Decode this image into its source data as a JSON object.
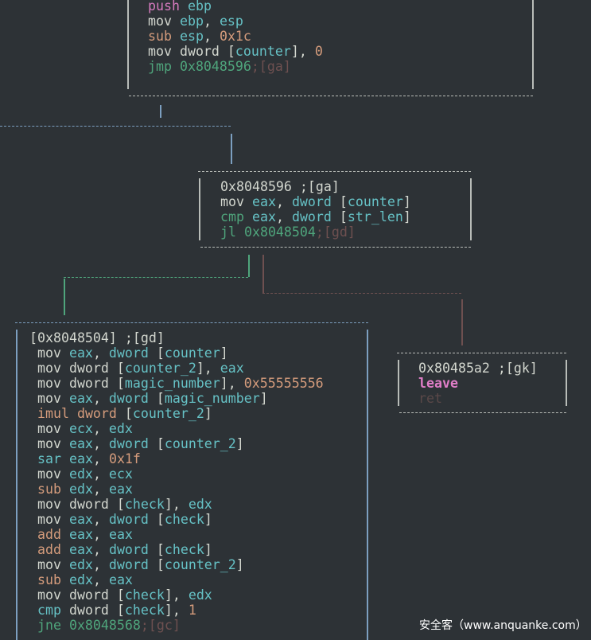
{
  "blocks": {
    "entry": {
      "lines": [
        [
          [
            "push",
            "p"
          ],
          [
            " ",
            "w"
          ],
          [
            "ebp",
            "c"
          ]
        ],
        [
          [
            "mov ",
            "w"
          ],
          [
            "ebp",
            "c"
          ],
          [
            ", ",
            "w"
          ],
          [
            "esp",
            "c"
          ]
        ],
        [
          [
            "sub",
            "o"
          ],
          [
            " ",
            "w"
          ],
          [
            "esp",
            "c"
          ],
          [
            ", ",
            "w"
          ],
          [
            "0x1c",
            "o"
          ]
        ],
        [
          [
            "mov dword [",
            "w"
          ],
          [
            "counter",
            "c"
          ],
          [
            "], ",
            "w"
          ],
          [
            "0",
            "o"
          ]
        ],
        [
          [
            "jmp 0x8048596",
            "g"
          ],
          [
            ";[ga]",
            "b"
          ]
        ]
      ]
    },
    "ga": {
      "lines": [
        [
          [
            "0x8048596 ;[ga]",
            "w"
          ]
        ],
        [
          [
            "mov ",
            "w"
          ],
          [
            "eax",
            "c"
          ],
          [
            ", ",
            "w"
          ],
          [
            "dword",
            "c"
          ],
          [
            " [",
            "w"
          ],
          [
            "counter",
            "c"
          ],
          [
            "]",
            "w"
          ]
        ],
        [
          [
            "cmp",
            "g"
          ],
          [
            " ",
            "w"
          ],
          [
            "eax",
            "c"
          ],
          [
            ", ",
            "w"
          ],
          [
            "dword",
            "c"
          ],
          [
            " [",
            "w"
          ],
          [
            "str_len",
            "c"
          ],
          [
            "]",
            "w"
          ]
        ],
        [
          [
            "jl 0x8048504",
            "g"
          ],
          [
            ";[gd]",
            "b"
          ]
        ]
      ]
    },
    "gd": {
      "lines": [
        [
          [
            "[0x8048504] ;[gd]",
            "w"
          ]
        ],
        [
          [
            " mov ",
            "w"
          ],
          [
            "eax",
            "c"
          ],
          [
            ", ",
            "w"
          ],
          [
            "dword",
            "c"
          ],
          [
            " [",
            "w"
          ],
          [
            "counter",
            "c"
          ],
          [
            "]",
            "w"
          ]
        ],
        [
          [
            " mov dword [",
            "w"
          ],
          [
            "counter_2",
            "c"
          ],
          [
            "], ",
            "w"
          ],
          [
            "eax",
            "c"
          ]
        ],
        [
          [
            " mov dword [",
            "w"
          ],
          [
            "magic_number",
            "c"
          ],
          [
            "], ",
            "w"
          ],
          [
            "0x55555556",
            "o"
          ]
        ],
        [
          [
            " mov ",
            "w"
          ],
          [
            "eax",
            "c"
          ],
          [
            ", ",
            "w"
          ],
          [
            "dword",
            "c"
          ],
          [
            " [",
            "w"
          ],
          [
            "magic_number",
            "c"
          ],
          [
            "]",
            "w"
          ]
        ],
        [
          [
            " ",
            "w"
          ],
          [
            "imul dword",
            "o"
          ],
          [
            " [",
            "w"
          ],
          [
            "counter_2",
            "c"
          ],
          [
            "]",
            "w"
          ]
        ],
        [
          [
            " mov ",
            "w"
          ],
          [
            "ecx",
            "c"
          ],
          [
            ", ",
            "w"
          ],
          [
            "edx",
            "c"
          ]
        ],
        [
          [
            " mov ",
            "w"
          ],
          [
            "eax",
            "c"
          ],
          [
            ", ",
            "w"
          ],
          [
            "dword",
            "c"
          ],
          [
            " [",
            "w"
          ],
          [
            "counter_2",
            "c"
          ],
          [
            "]",
            "w"
          ]
        ],
        [
          [
            " ",
            "w"
          ],
          [
            "sar",
            "c"
          ],
          [
            " ",
            "w"
          ],
          [
            "eax",
            "c"
          ],
          [
            ", ",
            "w"
          ],
          [
            "0x1f",
            "o"
          ]
        ],
        [
          [
            " mov ",
            "w"
          ],
          [
            "edx",
            "c"
          ],
          [
            ", ",
            "w"
          ],
          [
            "ecx",
            "c"
          ]
        ],
        [
          [
            " ",
            "w"
          ],
          [
            "sub",
            "o"
          ],
          [
            " ",
            "w"
          ],
          [
            "edx",
            "c"
          ],
          [
            ", ",
            "w"
          ],
          [
            "eax",
            "c"
          ]
        ],
        [
          [
            " mov dword [",
            "w"
          ],
          [
            "check",
            "c"
          ],
          [
            "], ",
            "w"
          ],
          [
            "edx",
            "c"
          ]
        ],
        [
          [
            " mov ",
            "w"
          ],
          [
            "eax",
            "c"
          ],
          [
            ", ",
            "w"
          ],
          [
            "dword",
            "c"
          ],
          [
            " [",
            "w"
          ],
          [
            "check",
            "c"
          ],
          [
            "]",
            "w"
          ]
        ],
        [
          [
            " ",
            "w"
          ],
          [
            "add",
            "o"
          ],
          [
            " ",
            "w"
          ],
          [
            "eax",
            "c"
          ],
          [
            ", ",
            "w"
          ],
          [
            "eax",
            "c"
          ]
        ],
        [
          [
            " ",
            "w"
          ],
          [
            "add",
            "o"
          ],
          [
            " ",
            "w"
          ],
          [
            "eax",
            "c"
          ],
          [
            ", ",
            "w"
          ],
          [
            "dword",
            "c"
          ],
          [
            " [",
            "w"
          ],
          [
            "check",
            "c"
          ],
          [
            "]",
            "w"
          ]
        ],
        [
          [
            " mov ",
            "w"
          ],
          [
            "edx",
            "c"
          ],
          [
            ", ",
            "w"
          ],
          [
            "dword",
            "c"
          ],
          [
            " [",
            "w"
          ],
          [
            "counter_2",
            "c"
          ],
          [
            "]",
            "w"
          ]
        ],
        [
          [
            " ",
            "w"
          ],
          [
            "sub",
            "o"
          ],
          [
            " ",
            "w"
          ],
          [
            "edx",
            "c"
          ],
          [
            ", ",
            "w"
          ],
          [
            "eax",
            "c"
          ]
        ],
        [
          [
            " mov dword [",
            "w"
          ],
          [
            "check",
            "c"
          ],
          [
            "], ",
            "w"
          ],
          [
            "edx",
            "c"
          ]
        ],
        [
          [
            " ",
            "w"
          ],
          [
            "cmp",
            "c"
          ],
          [
            " dword [",
            "w"
          ],
          [
            "check",
            "c"
          ],
          [
            "], ",
            "w"
          ],
          [
            "1",
            "o"
          ]
        ],
        [
          [
            " jne 0x8048568",
            "g"
          ],
          [
            ";[gc]",
            "b"
          ]
        ]
      ]
    },
    "gk": {
      "lines": [
        [
          [
            "0x80485a2 ;[gk]",
            "w"
          ]
        ],
        [
          [
            "leave",
            "pb"
          ]
        ],
        [
          [
            "ret",
            "d"
          ]
        ]
      ]
    }
  },
  "watermark": "安全客（www.anquanke.com）"
}
